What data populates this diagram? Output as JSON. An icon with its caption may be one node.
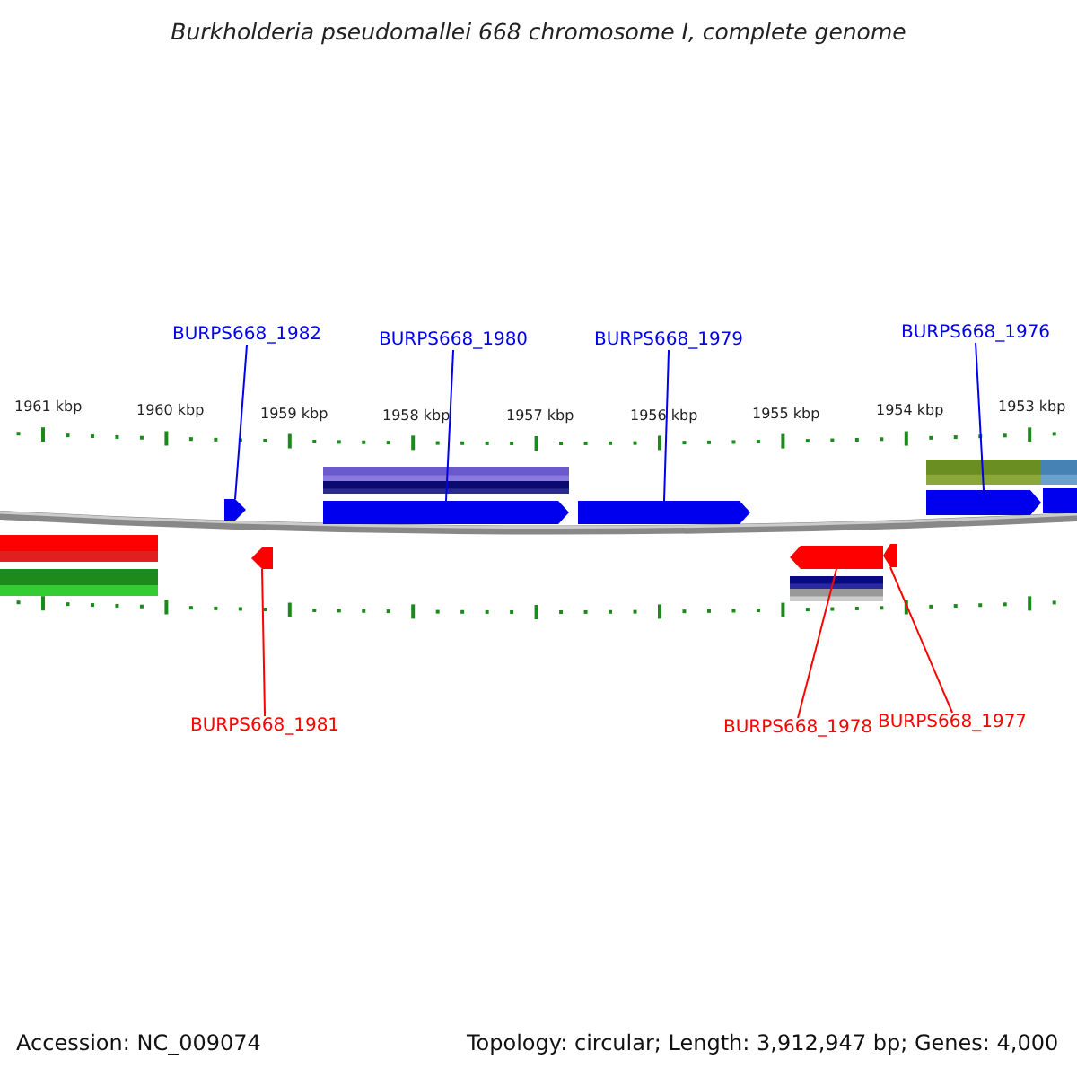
{
  "diagram": {
    "title": "Burkholderia pseudomallei 668 chromosome I, complete genome",
    "nodes": [
      {
        "text": [
          "BURPS668_1982"
        ]
      },
      {
        "text": [],
        "shape": "arrow"
      },
      {
        "text": [
          "BURPS668_1980"
        ]
      },
      {
        "text": [],
        "shape": "arrow"
      },
      {
        "text": [
          "BURPS668_1979"
        ]
      },
      {
        "text": [],
        "shape": "arrow"
      },
      {
        "text": [
          "BURPS668_1976"
        ]
      },
      {
        "text": [],
        "shape": "arrow"
      },
      {
        "text": [
          "BURPS668_1981"
        ]
      },
      {
        "text": [],
        "shape": "arrow"
      },
      {
        "text": [
          "BURPS668_1978"
        ]
      },
      {
        "text": [],
        "shape": "arrow"
      },
      {
        "text": [
          "BURPS668_1977"
        ]
      },
      {
        "text": [],
        "shape": "arrow"
      }
    ],
    "edges": [
      {
        "from": 0,
        "to": 1,
        "arrow": "none"
      },
      {
        "from": 2,
        "to": 3,
        "arrow": "none"
      },
      {
        "from": 4,
        "to": 5,
        "arrow": "none"
      },
      {
        "from": 6,
        "to": 7,
        "arrow": "none"
      },
      {
        "from": 8,
        "to": 9,
        "arrow": "none",
        "color": "#ff0000"
      },
      {
        "from": 10,
        "to": 11,
        "arrow": "none",
        "color": "#ff0000"
      },
      {
        "from": 12,
        "to": 13,
        "arrow": "none",
        "color": "#ff0000"
      }
    ],
    "labels": [
      "1961 kbp",
      "1960 kbp",
      "1959 kbp",
      "1958 kbp",
      "1957 kbp",
      "1956 kbp",
      "1955 kbp",
      "1954 kbp",
      "1953 kbp",
      "Accession: NC_009074",
      "Topology: circular; Length: 3,912,947 bp; Genes: 4,000"
    ]
  }
}
